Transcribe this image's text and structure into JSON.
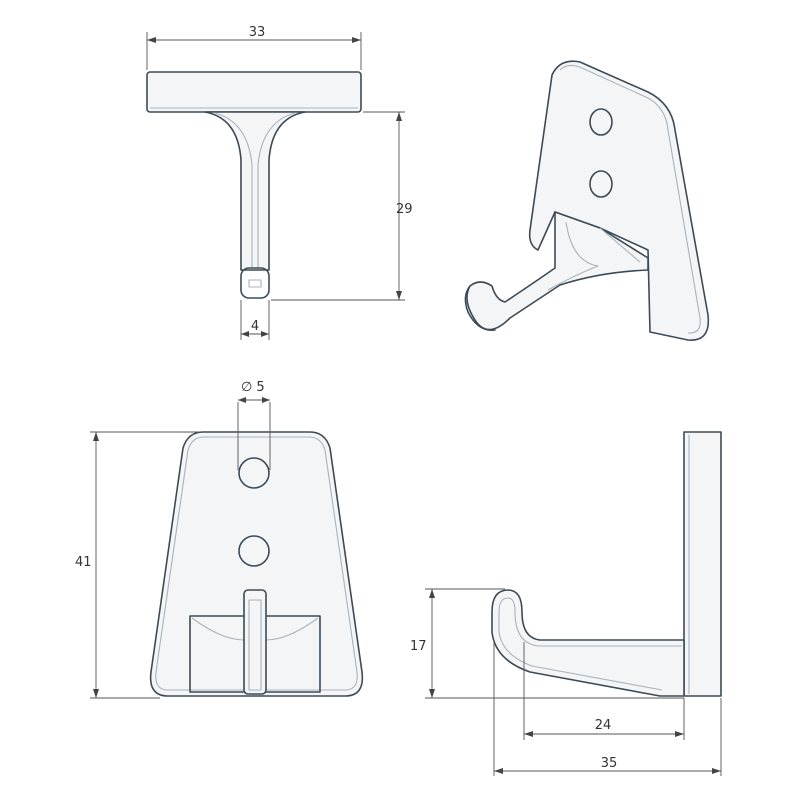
{
  "dimensions": {
    "top_view_width": "33",
    "top_view_height": "29",
    "stem_width": "4",
    "hole_diameter": "5",
    "front_view_height": "41",
    "hook_height": "17",
    "hook_depth": "24",
    "overall_depth": "35"
  },
  "symbols": {
    "diameter": "∅"
  }
}
